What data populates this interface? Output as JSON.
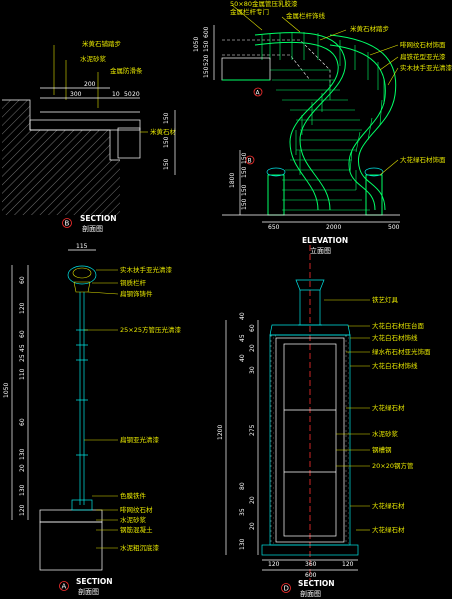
{
  "views": {
    "section_b": {
      "marker": "B",
      "title": "SECTION",
      "subtitle": "剖面图",
      "notes": [
        "米黄石铺踏步",
        "水泥砂浆",
        "金属防滑条",
        "米黄石材"
      ],
      "dims": [
        "200",
        "300",
        "10",
        "50",
        "20",
        "150",
        "150",
        "150"
      ]
    },
    "elevation": {
      "marker": "A",
      "title": "ELEVATION",
      "subtitle": "立面图",
      "notes": [
        "50×80金属管压乳胶漆",
        "金属栏杆专门",
        "金属栏杆饰线",
        "米黄石材踏步",
        "啡网纹石材饰面",
        "扁铁花型亚光漆",
        "实木扶手亚光清漆",
        "大花绿石材饰面"
      ],
      "dims_left": [
        "1050",
        "600",
        "150",
        "520",
        "150",
        "150",
        "150",
        "1800",
        "150",
        "150"
      ],
      "dims_bottom": [
        "650",
        "2000",
        "500"
      ]
    },
    "section_a": {
      "marker": "A",
      "title": "SECTION",
      "subtitle": "剖面图",
      "width_dim": "115",
      "notes": [
        "实木扶手亚光清漆",
        "铜质栏杆",
        "扁钢饰铸件",
        "25×25方管压光清漆",
        "扁钢亚光清漆",
        "色膜铁件",
        "啡网纹石材",
        "水泥砂浆",
        "钢筋混凝土",
        "水泥粗沉底漆"
      ],
      "dims": [
        "60",
        "120",
        "60",
        "45",
        "25",
        "110",
        "60",
        "130",
        "20",
        "130",
        "120"
      ],
      "total": "1050"
    },
    "section_d": {
      "marker": "D",
      "title": "SECTION",
      "subtitle": "剖面图",
      "notes": [
        "铁艺灯具",
        "大花白石材压台面",
        "大花白石材饰线",
        "绿水布石材亚光饰面",
        "大花白石材饰线",
        "大花绿石材",
        "水泥砂浆",
        "钢槽钢",
        "20×20钢方管",
        "大花绿石材",
        "大花绿石材"
      ],
      "dims_left": [
        "40",
        "60",
        "45",
        "20",
        "40",
        "30",
        "275",
        "1200",
        "80",
        "20",
        "35",
        "20",
        "130"
      ],
      "dims_bottom": [
        "120",
        "360",
        "120"
      ],
      "total_width": "600"
    }
  }
}
